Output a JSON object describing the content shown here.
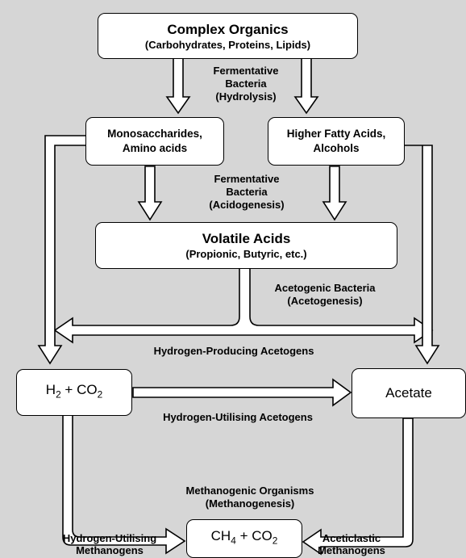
{
  "boxes": {
    "complex_organics": {
      "title": "Complex Organics",
      "subtitle": "(Carbohydrates, Proteins, Lipids)"
    },
    "monosaccharides": {
      "line1": "Monosaccharides,",
      "line2": "Amino acids"
    },
    "fatty_acids": {
      "line1": "Higher Fatty Acids,",
      "line2": "Alcohols"
    },
    "volatile_acids": {
      "title": "Volatile Acids",
      "subtitle": "(Propionic, Butyric, etc.)"
    },
    "h2co2": {
      "h": "H",
      "h_sub": "2",
      "plus": " + CO",
      "c_sub": "2"
    },
    "acetate": {
      "label": "Acetate"
    },
    "ch4co2": {
      "ch": "CH",
      "ch_sub": "4",
      "plus": " + CO",
      "c_sub": "2"
    }
  },
  "labels": {
    "hydrolysis": [
      "Fermentative",
      "Bacteria",
      "(Hydrolysis)"
    ],
    "acidogenesis": [
      "Fermentative",
      "Bacteria",
      "(Acidogenesis)"
    ],
    "acetogenesis": [
      "Acetogenic Bacteria",
      "(Acetogenesis)"
    ],
    "h_producing": "Hydrogen-Producing Acetogens",
    "h_utilising_acetogens": "Hydrogen-Utilising Acetogens",
    "methanogenesis": [
      "Methanogenic Organisms",
      "(Methanogenesis)"
    ],
    "h_utilising_methanogens": [
      "Hydrogen-Utilising",
      "Methanogens"
    ],
    "aceticlastic": [
      "Aceticlastic",
      "Methanogens"
    ]
  },
  "colors": {
    "background": "#d6d6d6",
    "box_fill": "#ffffff",
    "stroke": "#000000"
  }
}
